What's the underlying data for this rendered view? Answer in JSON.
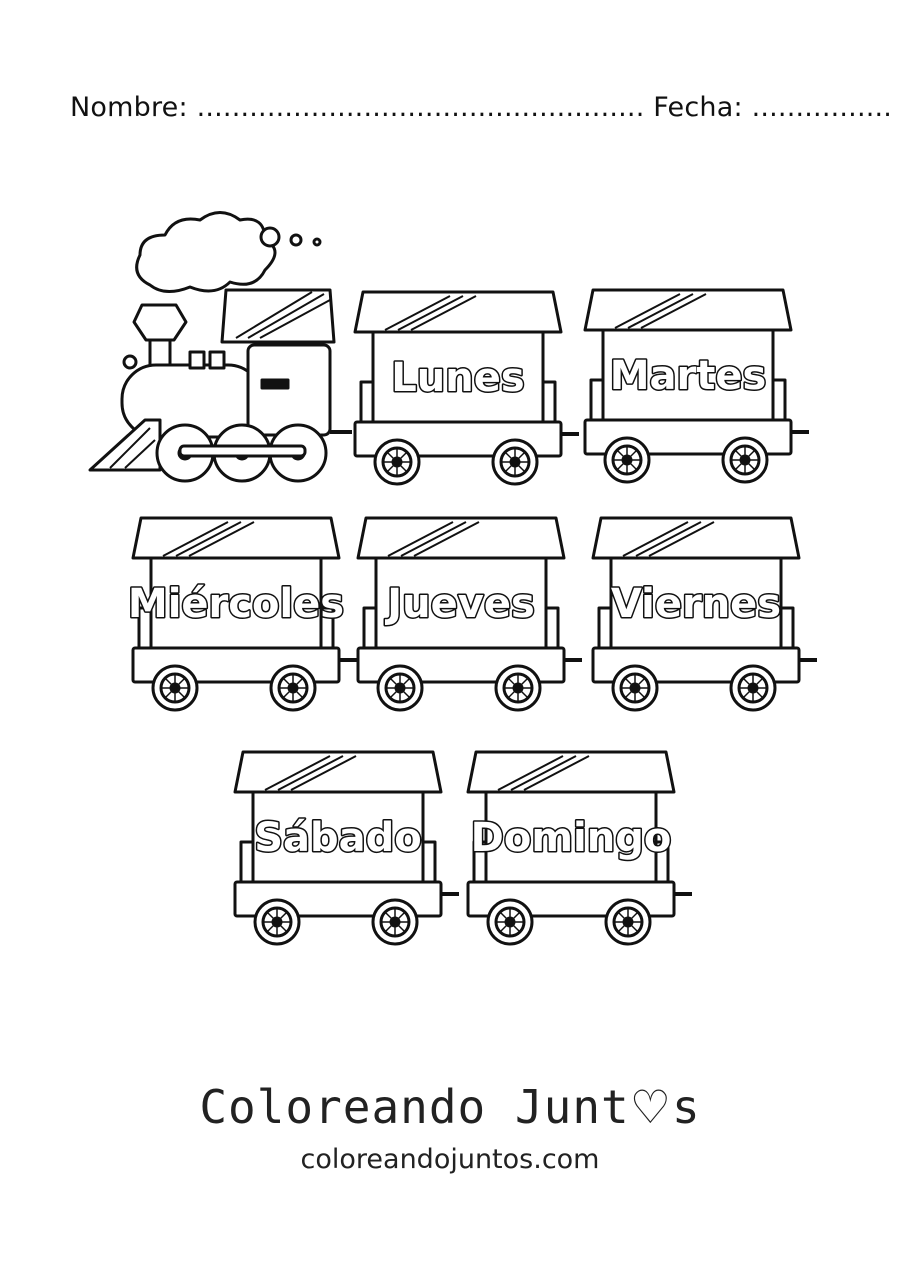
{
  "header": {
    "name_label": "Nombre:",
    "name_dots": "...................................................",
    "date_label": "Fecha:",
    "date_dots": "................"
  },
  "days": [
    "Lunes",
    "Martes",
    "Miércoles",
    "Jueves",
    "Viernes",
    "Sábado",
    "Domingo"
  ],
  "brand": {
    "name_part1": "Coloreando Junt",
    "heart": "♡",
    "name_part2": "s",
    "site": "coloreandojuntos.com"
  }
}
